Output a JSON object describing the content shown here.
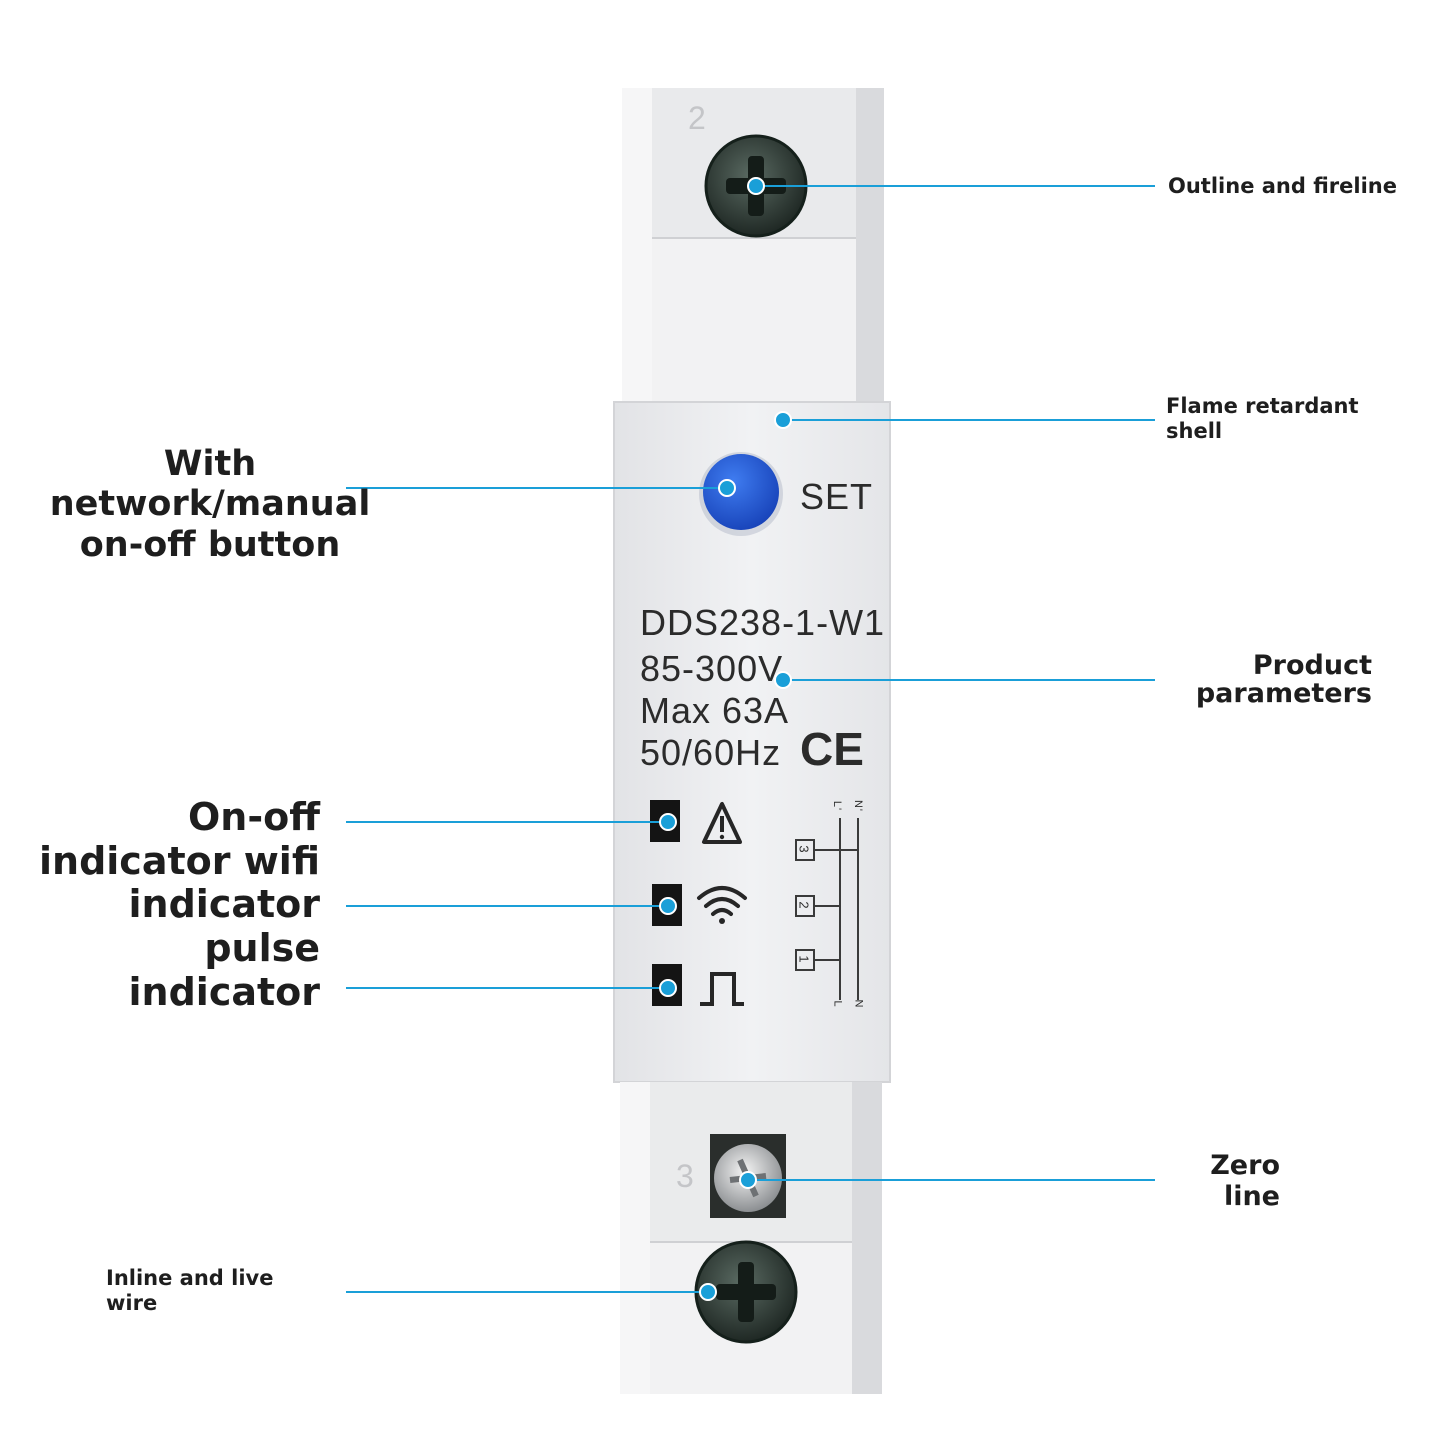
{
  "device": {
    "terminal_top_number": "2",
    "terminal_zero_number": "3",
    "set_label": "SET",
    "model": "DDS238-1-W1",
    "voltage": "85-300V",
    "current": "Max 63A",
    "frequency": "50/60Hz",
    "ce_mark": "CE",
    "wiring_top_labels": [
      "L'",
      "N'"
    ],
    "wiring_bottom_labels": [
      "L",
      "N"
    ],
    "wiring_terminals": [
      "3",
      "2",
      "1"
    ]
  },
  "callouts": {
    "outline_fireline": "Outline and fireline",
    "flame_shell": [
      "Flame retardant",
      "shell"
    ],
    "set_button": [
      "With",
      "network/manual",
      "on-off button"
    ],
    "product_params": [
      "Product",
      "parameters"
    ],
    "indicators": [
      "On-off",
      "indicator wifi",
      "indicator",
      "pulse",
      "indicator"
    ],
    "zero_line": [
      "Zero",
      "line"
    ],
    "inline_live": [
      "Inline and live",
      "wire"
    ]
  },
  "icons": {
    "warning": "warning-triangle-icon",
    "wifi": "wifi-icon",
    "pulse": "pulse-wave-icon"
  },
  "colors": {
    "leader": "#1a9fd8",
    "dot": "#1a9fd8",
    "set_button": "#1c56d6",
    "body": "#ecedef",
    "screw": "#2f3a34"
  }
}
